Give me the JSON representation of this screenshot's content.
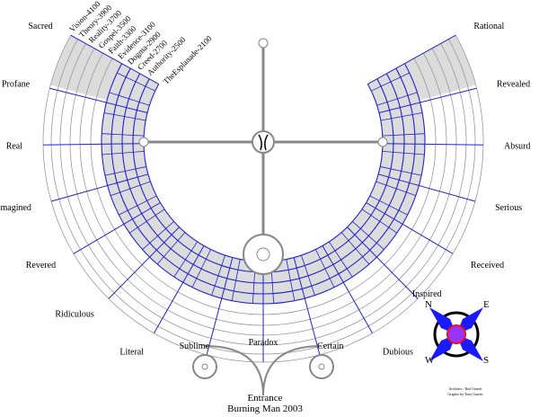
{
  "title": "Burning Man 2003",
  "entrance_label": "Entrance",
  "radial_streets": [
    "Sacred",
    "Profane",
    "Real",
    "Imagined",
    "Revered",
    "Ridiculous",
    "Literal",
    "Sublime",
    "Paradox",
    "Certain",
    "Dubious",
    "Inspired",
    "Received",
    "Serious",
    "Absurd",
    "Revealed",
    "Rational"
  ],
  "ring_streets": [
    "Vision-4100",
    "Theory-3900",
    "Reality-3700",
    "Gospel-3500",
    "Faith-3300",
    "Evidence-3100",
    "Dogma-2900",
    "Creed-2700",
    "Authority-2500",
    "TheEsplanade-2100"
  ],
  "compass": {
    "n": "N",
    "e": "E",
    "s": "S",
    "w": "W"
  },
  "credits": {
    "architect": "Architect : Rod Garrett",
    "graphic": "Graphic by Tony Garrett"
  },
  "colors": {
    "block_fill": "#dcdcdc",
    "street_blue": "#2222cc",
    "ring_gray": "#999999",
    "compass_blue": "#1a1aff",
    "compass_purple": "#9933ff",
    "compass_red": "#ee1111"
  }
}
